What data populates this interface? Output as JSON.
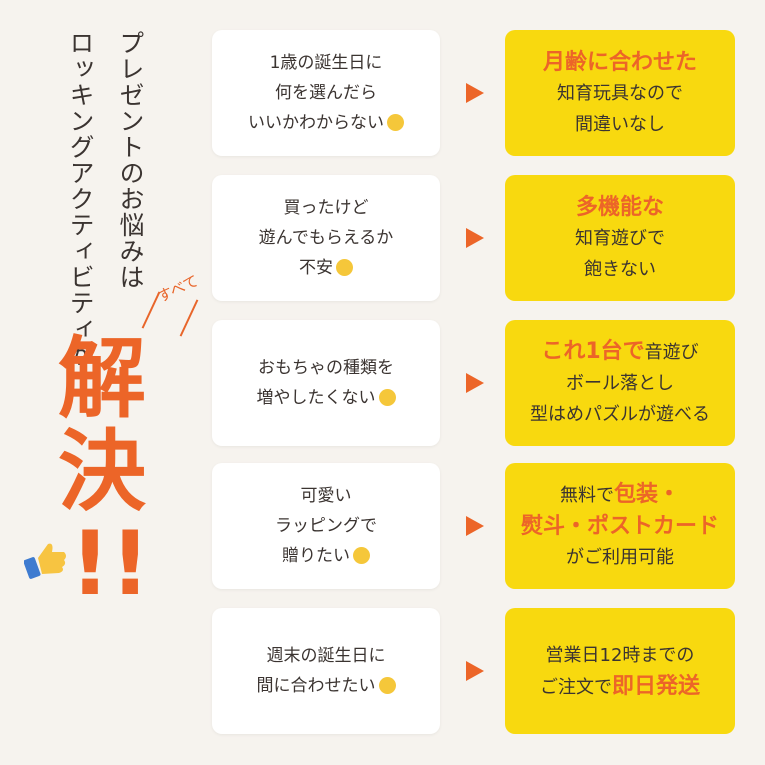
{
  "headline": {
    "line1": "プレゼントのお悩みは",
    "line2": "ロッキングアクティビティが",
    "subete": "すべて",
    "kai": "解",
    "ketsu": "決",
    "excl": "!!"
  },
  "rows": [
    {
      "problem": [
        "1歳の誕生日に",
        "何を選んだら",
        "いいかわからない"
      ],
      "solution": {
        "l1": "月齢に合わせた",
        "l2": "知育玩具なので",
        "l3": "間違いなし"
      }
    },
    {
      "problem": [
        "買ったけど",
        "遊んでもらえるか",
        "不安"
      ],
      "solution": {
        "l1": "多機能な",
        "l2": "知育遊びで",
        "l3": "飽きない"
      }
    },
    {
      "problem": [
        "おもちゃの種類を",
        "増やしたくない"
      ],
      "solution": {
        "l1a": "これ1台で",
        "l1b": "音遊び",
        "l2": "ボール落とし",
        "l3": "型はめパズルが遊べる"
      }
    },
    {
      "problem": [
        "可愛い",
        "ラッピングで",
        "贈りたい"
      ],
      "solution": {
        "l1a": "無料で",
        "l1b": "包装・",
        "l2": "熨斗・ポストカード",
        "l3": "がご利用可能"
      }
    },
    {
      "problem": [
        "週末の誕生日に",
        "間に合わせたい"
      ],
      "solution": {
        "l1": "営業日12時までの",
        "l2a": "ご注文で",
        "l2b": "即日発送"
      }
    }
  ],
  "colors": {
    "accent": "#ec6528",
    "yellow": "#f8d90f",
    "bg": "#f6f3ee"
  }
}
